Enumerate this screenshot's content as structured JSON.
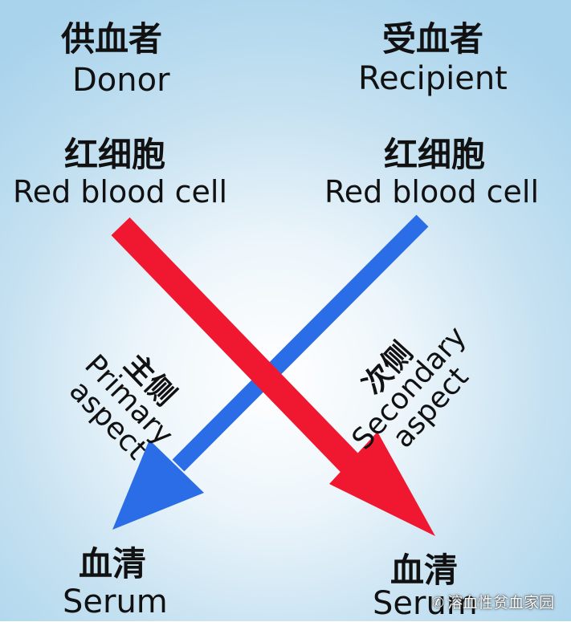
{
  "donor": {
    "zh": "供血者",
    "en": "Donor"
  },
  "recipient": {
    "zh": "受血者",
    "en": "Recipient"
  },
  "donor_cell": {
    "zh": "红细胞",
    "en": "Red blood cell"
  },
  "recipient_cell": {
    "zh": "红细胞",
    "en": "Red blood cell"
  },
  "primary": {
    "zh": "主侧",
    "en1": "Primary",
    "en2": "aspect"
  },
  "secondary": {
    "zh": "次侧",
    "en1": "Secondary",
    "en2": "aspect"
  },
  "serum_left": {
    "zh": "血清",
    "en": "Serum"
  },
  "serum_right": {
    "zh": "血清",
    "en": "Serum"
  },
  "watermark": "溶血性贫血家园",
  "colors": {
    "red_arrow": "#f01830",
    "blue_arrow": "#2a6de6"
  }
}
